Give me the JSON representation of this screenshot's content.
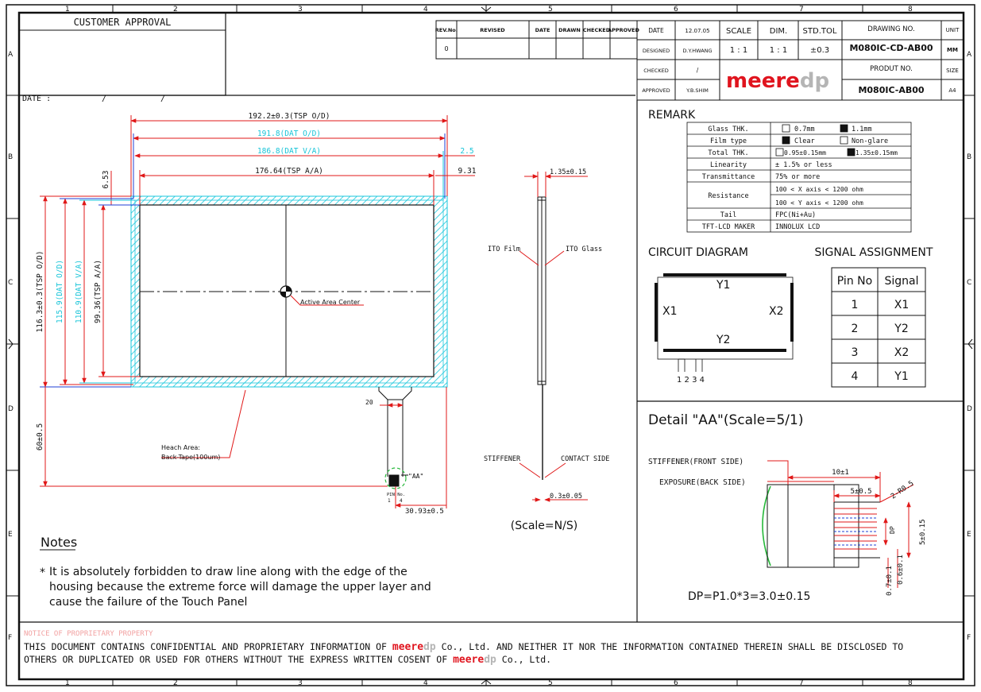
{
  "border": {
    "columns": [
      "1",
      "2",
      "3",
      "4",
      "5",
      "6",
      "7",
      "8"
    ],
    "rows": [
      "A",
      "B",
      "C",
      "D",
      "E",
      "F"
    ]
  },
  "customer_approval": {
    "title": "CUSTOMER APPROVAL",
    "date_label": "DATE :",
    "date_sep1": "/",
    "date_sep2": "/"
  },
  "revision_table": {
    "headers": [
      "REV.No.",
      "REVISED",
      "DATE",
      "DRAWN",
      "CHECKED",
      "APPROVED"
    ],
    "rows": [
      [
        "0",
        "",
        "",
        "",
        "",
        ""
      ]
    ]
  },
  "title_block": {
    "date_label": "DATE",
    "date_value": "12.07.05",
    "designed_label": "DESIGNED",
    "designed_value": "D.Y.HWANG",
    "checked_label": "CHECKED",
    "checked_value": "/",
    "approved_label": "APPROVED",
    "approved_value": "Y.B.SHIM",
    "scale_label": "SCALE",
    "scale_value": "1 : 1",
    "dim_label": "DIM.",
    "dim_value": "1 : 1",
    "stdtol_label": "STD.TOL",
    "stdtol_value": "±0.3",
    "drawing_no_label": "DRAWING NO.",
    "drawing_no_value": "M080IC-CD-AB00",
    "product_no_label": "PRODUT NO.",
    "product_no_value": "M080IC-AB00",
    "unit_label": "UNIT",
    "unit_value": "MM",
    "size_label": "SIZE",
    "size_value": "A4",
    "brand_main": "meere",
    "brand_sub": "dp"
  },
  "main_drawing": {
    "dim_tsp_od": "192.2±0.3(TSP O/D)",
    "dim_dat_od": "191.8(DAT O/D)",
    "dim_dat_va": "186.8(DAT V/A)",
    "dim_tsp_aa": "176.64(TSP A/A)",
    "dim_right_1": "2.5",
    "dim_right_2": "9.31",
    "dim_top": "6.53",
    "dim_h_tsp_od": "116.3±0.3(TSP O/D)",
    "dim_h_dat_od": "115.9(DAT O/D)",
    "dim_h_dat_va": "110.9(DAT V/A)",
    "dim_h_tsp_aa": "99.36(TSP A/A)",
    "active_center": "Active Area Center",
    "dim_tail_w": "20",
    "dim_tail_len": "60±0.5",
    "dim_tail_x": "30.93±0.5",
    "detail_tag": "\"AA\"",
    "pin_label": "PIN No.",
    "pin_1": "1",
    "pin_4": "4",
    "heach_area_1": "Heach Area:",
    "heach_area_2": "Back-Tape(100um)"
  },
  "side_view": {
    "thickness": "1.35±0.15",
    "ito_film": "ITO Film",
    "ito_glass": "ITO Glass",
    "stiffener": "STIFFENER",
    "contact_side": "CONTACT SIDE",
    "tail_thk": "0.3±0.05",
    "scale": "(Scale=N/S)"
  },
  "remark": {
    "title": "REMARK",
    "rows": [
      {
        "label": "Glass THK.",
        "opt1": "0.7mm",
        "opt2": "1.1mm"
      },
      {
        "label": "Film type",
        "opt1": "Clear",
        "opt2": "Non-glare"
      },
      {
        "label": "Total THK.",
        "opt1": "0.95±0.15mm",
        "opt2": "1.35±0.15mm"
      },
      {
        "label": "Linearity",
        "value": "± 1.5% or less"
      },
      {
        "label": "Transmittance",
        "value": "75% or more"
      },
      {
        "label": "Resistance",
        "value": "100 < X axis < 1200 ohm",
        "value2": "100 < Y axis < 1200 ohm"
      },
      {
        "label": "Tail",
        "value": "FPC(Ni+Au)"
      },
      {
        "label": "TFT-LCD MAKER",
        "value": "INNOLUX LCD"
      }
    ]
  },
  "circuit": {
    "title": "CIRCUIT DIAGRAM",
    "y1": "Y1",
    "y2": "Y2",
    "x1": "X1",
    "x2": "X2",
    "pins": "1 2 3 4"
  },
  "signal": {
    "title": "SIGNAL ASSIGNMENT",
    "headers": [
      "Pin No",
      "Signal"
    ],
    "rows": [
      [
        "1",
        "X1"
      ],
      [
        "2",
        "Y2"
      ],
      [
        "3",
        "X2"
      ],
      [
        "4",
        "Y1"
      ]
    ]
  },
  "detail": {
    "title": "Detail \"AA\"(Scale=5/1)",
    "stiffener": "STIFFENER(FRONT SIDE)",
    "exposure": "EXPOSURE(BACK SIDE)",
    "dim_10": "10±1",
    "dim_5": "5±0.5",
    "dim_r": "2-R0.5",
    "dim_dp": "DP",
    "dim_515": "5±0.15",
    "dim_07": "0.7±0.1",
    "dim_06": "0.6±0.1",
    "formula": "DP=P1.0*3=3.0±0.15"
  },
  "notes": {
    "title": "Notes",
    "bullet": "*",
    "lines": [
      "It is absolutely forbidden to draw line along with the edge of the",
      "housing because the extreme force will damage the upper layer and",
      "cause the failure of the Touch Panel"
    ]
  },
  "footer": {
    "notice": "NOTICE OF PROPRIETARY PROPERTY",
    "line1_a": "THIS DOCUMENT CONTAINS CONFIDENTIAL AND PROPRIETARY INFORMATION OF",
    "line1_b": "Co., Ltd. AND NEITHER IT NOR THE INFORMATION CONTAINED THEREIN SHALL BE DISCLOSED TO",
    "line2_a": "OTHERS OR DUPLICATED OR USED FOR OTHERS WITHOUT THE EXPRESS WRITTEN COSENT OF",
    "line2_b": "Co., Ltd.",
    "brand_main": "meere",
    "brand_sub": "dp"
  },
  "colors": {
    "dimension_red": "#e01818",
    "centerline_blue": "#1f3fd6",
    "dat_cyan": "#19c7dc",
    "brand_red": "#e0141e",
    "detail_green": "#26b83a"
  }
}
